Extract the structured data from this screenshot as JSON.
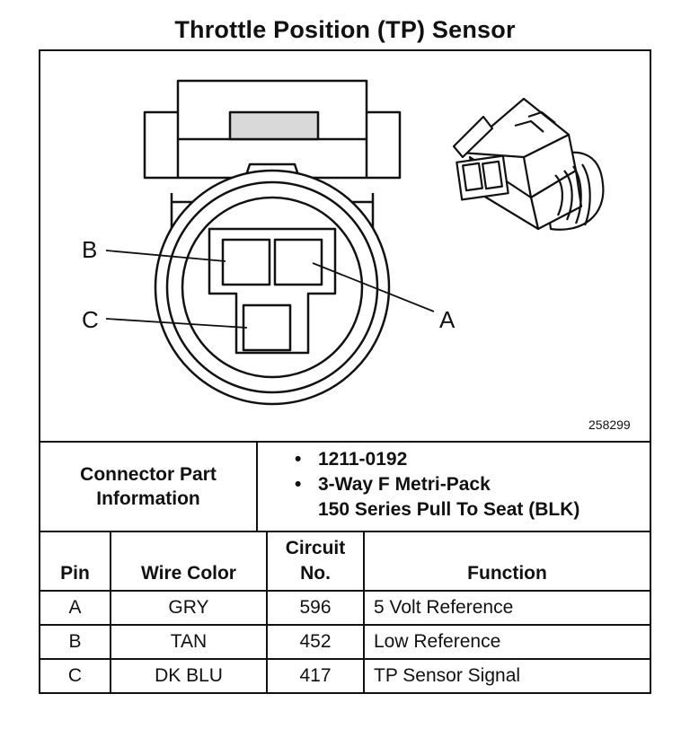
{
  "title": "Throttle Position (TP) Sensor",
  "figure_number": "258299",
  "pin_labels": {
    "a": "A",
    "b": "B",
    "c": "C"
  },
  "connector": {
    "heading_line1": "Connector Part",
    "heading_line2": "Information",
    "bullet_glyph": "•",
    "part_number": "1211-0192",
    "description_line1": "3-Way F Metri-Pack",
    "description_line2": "150 Series Pull To Seat (BLK)"
  },
  "table": {
    "headers": {
      "pin": "Pin",
      "wire_color": "Wire Color",
      "circuit_line1": "Circuit",
      "circuit_line2": "No.",
      "function": "Function"
    },
    "rows": [
      {
        "pin": "A",
        "wire_color": "GRY",
        "circuit": "596",
        "function": "5 Volt Reference"
      },
      {
        "pin": "B",
        "wire_color": "TAN",
        "circuit": "452",
        "function": "Low Reference"
      },
      {
        "pin": "C",
        "wire_color": "DK BLU",
        "circuit": "417",
        "function": "TP Sensor Signal"
      }
    ]
  }
}
